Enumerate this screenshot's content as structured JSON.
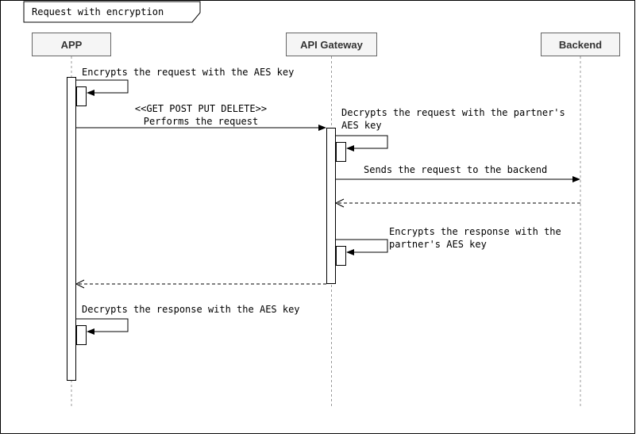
{
  "frame": {
    "title": "Request with encryption"
  },
  "participants": {
    "app": {
      "label": "APP"
    },
    "gateway": {
      "label": "API Gateway"
    },
    "backend": {
      "label": "Backend"
    }
  },
  "messages": {
    "encrypt_request": {
      "label": "Encrypts the request with the AES key"
    },
    "perform_request": {
      "stereotype": "<<GET POST PUT DELETE>>",
      "label": "Performs the request"
    },
    "decrypt_request": {
      "line1": "Decrypts the request with the partner's",
      "line2": "AES key"
    },
    "send_backend": {
      "label": "Sends the request to the backend"
    },
    "encrypt_response": {
      "line1": "Encrypts the response with the",
      "line2": "partner's AES key"
    },
    "decrypt_response": {
      "label": "Decrypts the response with the AES key"
    }
  },
  "colors": {
    "participant_fill": "#f5f5f5",
    "participant_border": "#666666",
    "lifeline": "#999999",
    "line": "#000000",
    "background": "#ffffff"
  }
}
